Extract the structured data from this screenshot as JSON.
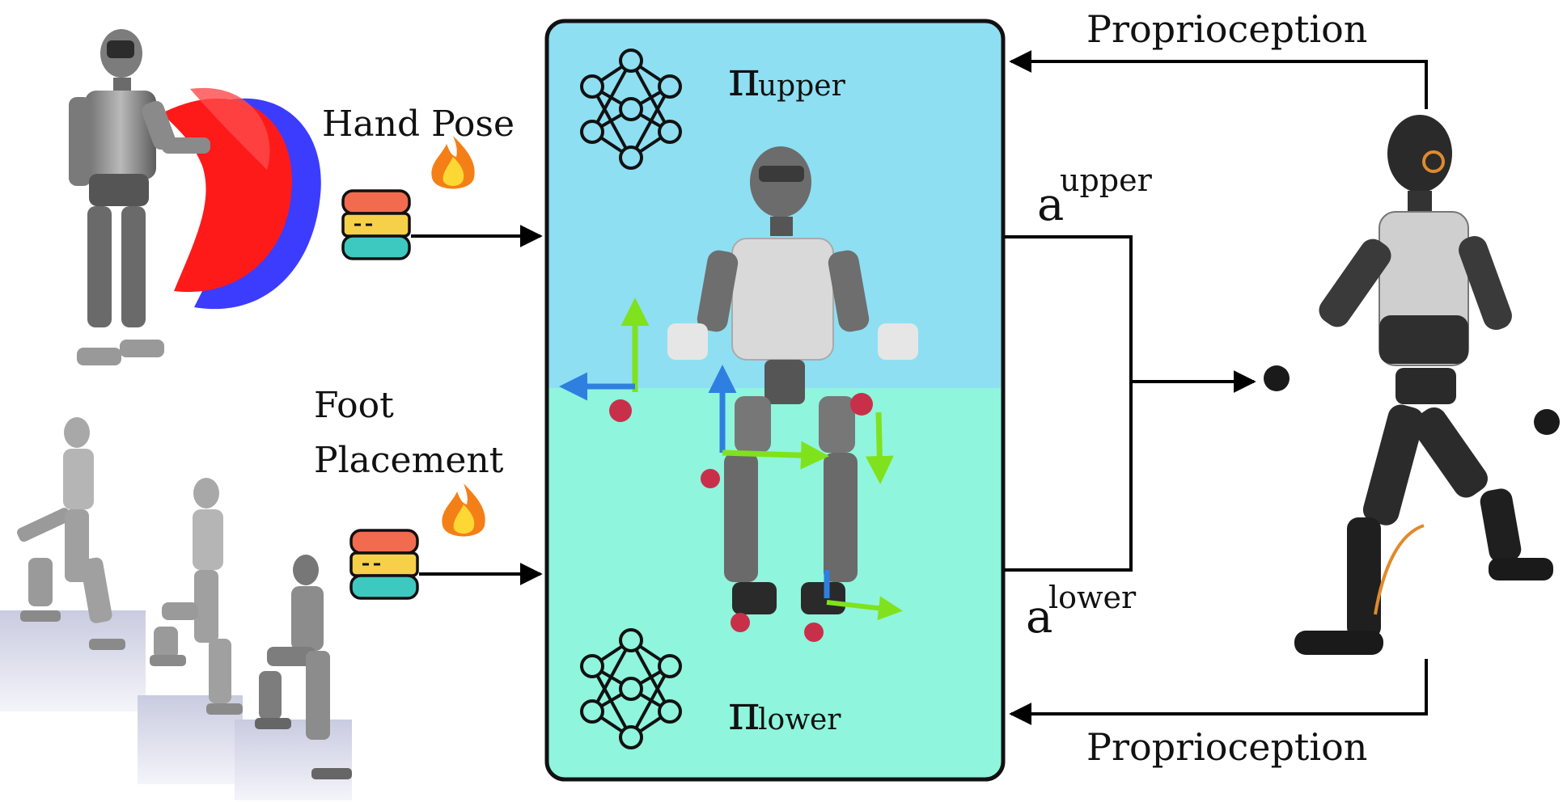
{
  "labels": {
    "hand_pose": "Hand Pose",
    "foot_line1": "Foot",
    "foot_line2": "Placement",
    "proprio_top": "Proprioception",
    "proprio_bottom": "Proprioception",
    "pi_upper_symbol": "π",
    "pi_upper_sub": "upper",
    "pi_lower_symbol": "π",
    "pi_lower_sub": "lower",
    "a_upper_base": "a",
    "a_upper_sup": "upper",
    "a_lower_base": "a",
    "a_lower_sup": "lower"
  },
  "icons": {
    "fire": "fire-icon",
    "database": "database-icon",
    "network": "neural-network-icon",
    "robot": "humanoid-robot"
  },
  "colors": {
    "upper_panel": "#8edff2",
    "lower_panel": "#8ff5dd",
    "hand_points_red": "#ff1a1a",
    "hand_points_blue": "#1a1aff",
    "axis_green": "#7fe21c",
    "axis_blue": "#2f7fe0",
    "joint_red": "#c8304a",
    "db_red": "#f26b4f",
    "db_yellow": "#f7d04a",
    "db_teal": "#3ec9c0"
  }
}
